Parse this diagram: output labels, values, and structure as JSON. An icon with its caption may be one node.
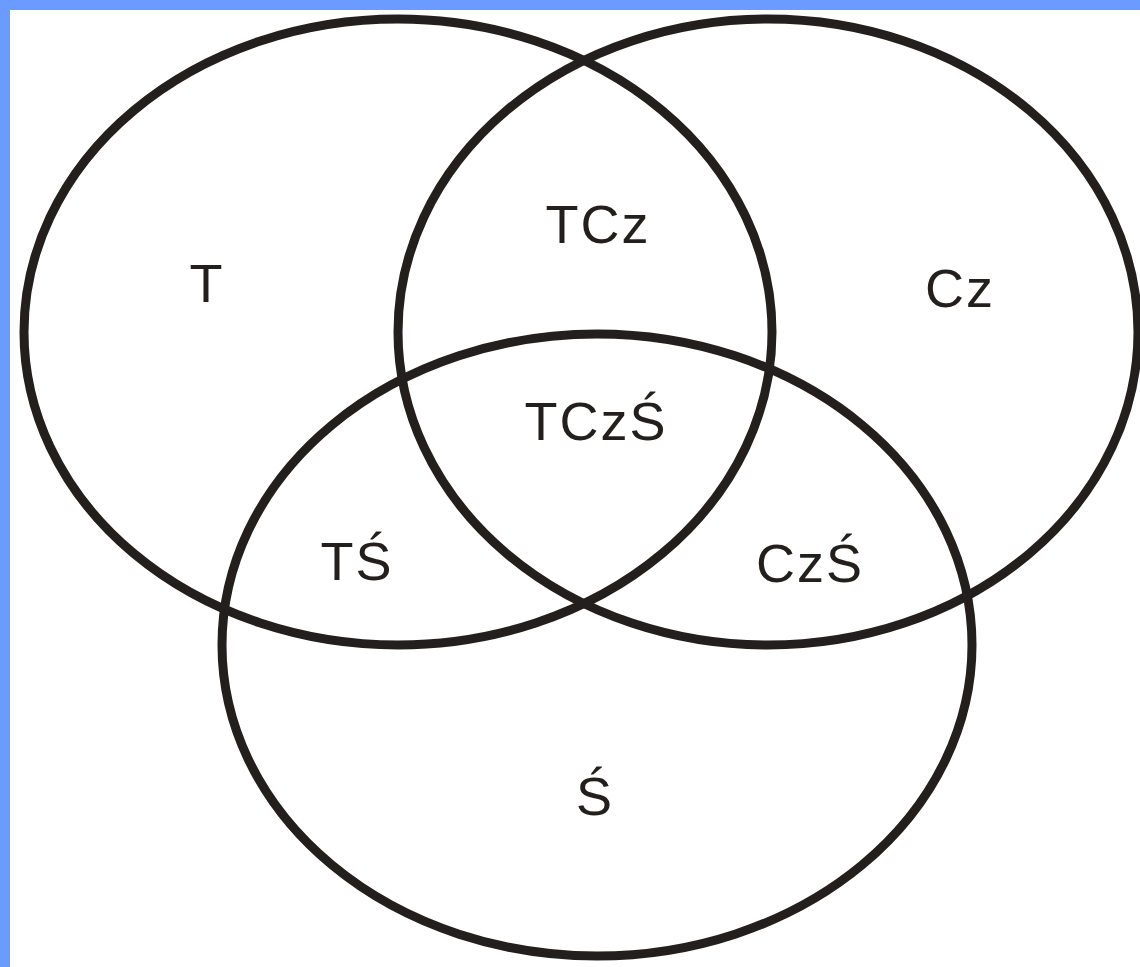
{
  "diagram": {
    "labels": [
      "T",
      "TCz",
      "Cz",
      "TCzŚ",
      "TŚ",
      "CzŚ",
      "Ś"
    ]
  }
}
